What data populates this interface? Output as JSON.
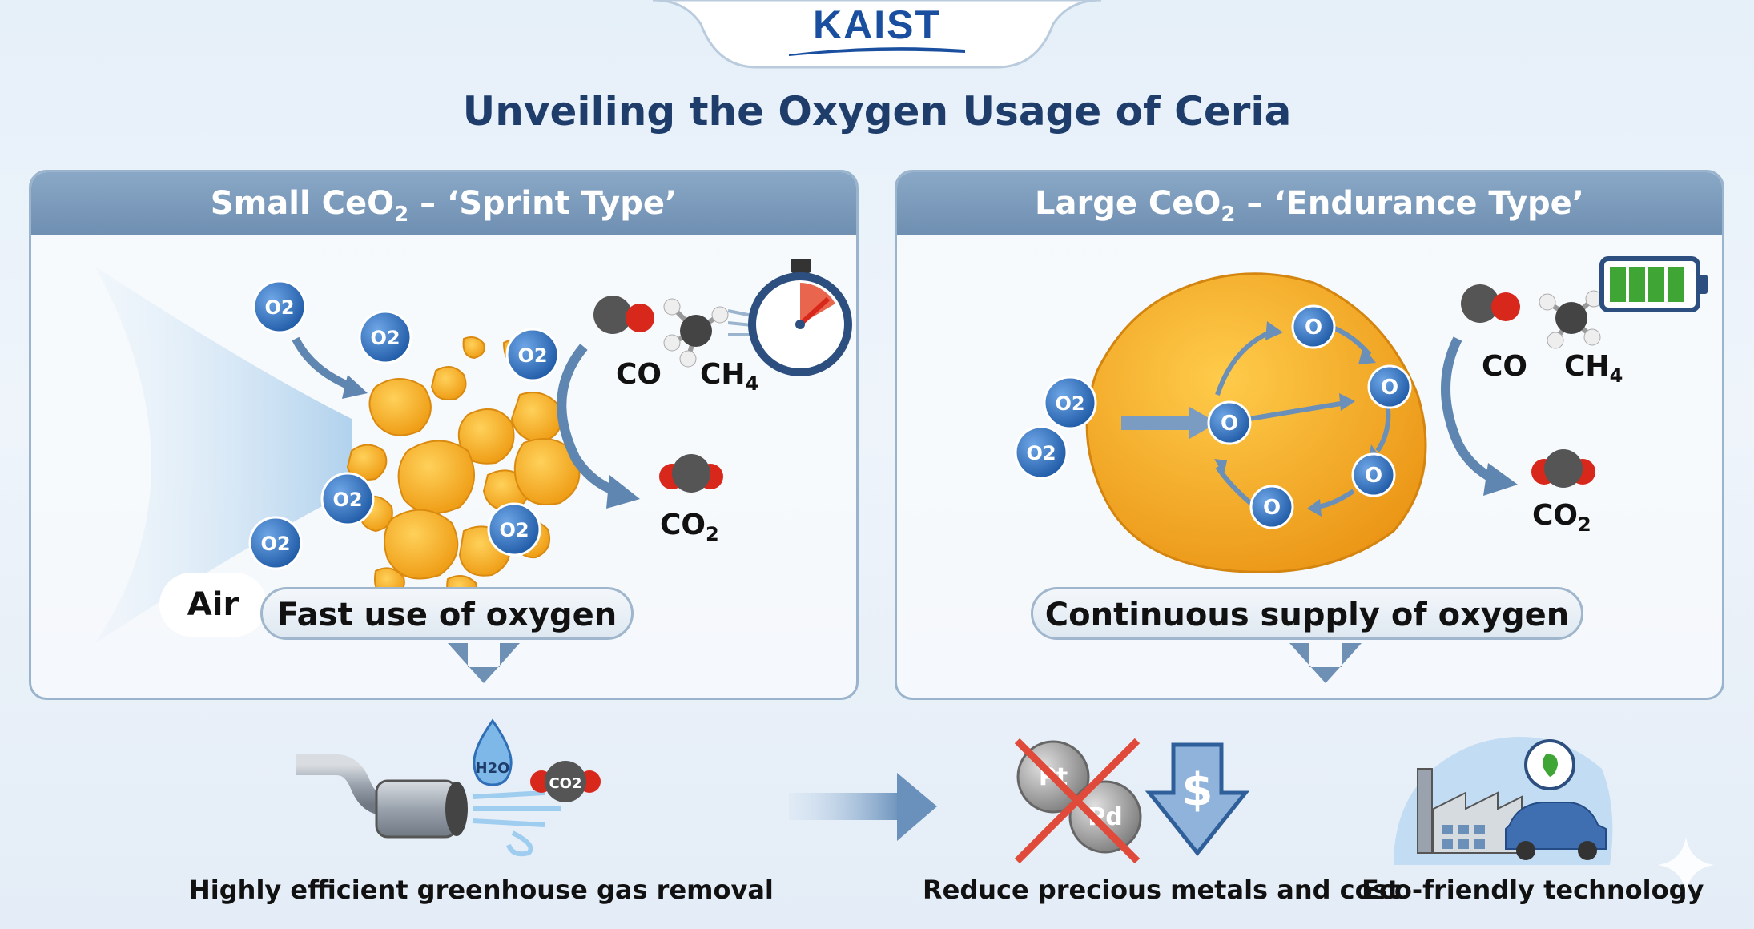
{
  "logo": {
    "text": "KAIST"
  },
  "title": "Unveiling the Oxygen Usage of Ceria",
  "left_panel": {
    "header_main": "Small CeO",
    "header_sub": "2",
    "header_rest": " – ‘Sprint Type’",
    "air_label": "Air",
    "co_label": "CO",
    "ch4_main": "CH",
    "ch4_sub": "4",
    "co2_main": "CO",
    "co2_sub": "2",
    "o2_label": "O2",
    "pill": "Fast use of oxygen"
  },
  "right_panel": {
    "header_main": "Large CeO",
    "header_sub": "2",
    "header_rest": " – ‘Endurance Type’",
    "co_label": "CO",
    "ch4_main": "CH",
    "ch4_sub": "4",
    "co2_main": "CO",
    "co2_sub": "2",
    "o_label": "O",
    "o2_label": "O2",
    "pill": "Continuous supply of oxygen"
  },
  "bottom": {
    "h2o_label": "H2O",
    "co2_badge": "CO2",
    "pt_label": "Pt",
    "pd_label": "Pd",
    "dollar": "$",
    "caption_left": "Highly efficient greenhouse gas removal",
    "caption_mid": "Reduce precious metals and cost",
    "caption_right": "Eco-friendly technology"
  },
  "colors": {
    "title": "#1f3d6b",
    "header_bg": "#7a99ba",
    "ceria": "#f2a21e",
    "oxygen_blue": "#2f6fb8",
    "arrow_blue": "#5f86b0",
    "battery_green": "#3fa535"
  }
}
